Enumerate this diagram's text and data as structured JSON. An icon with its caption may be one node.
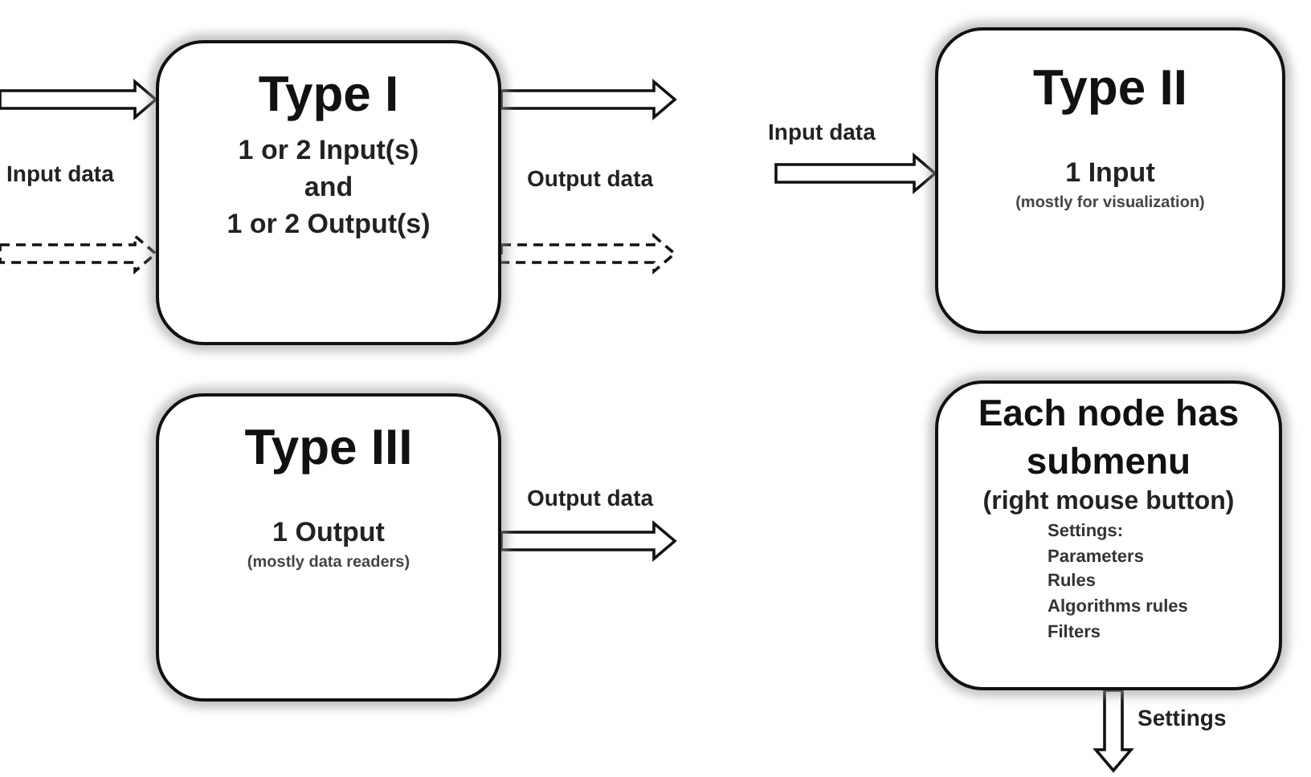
{
  "diagram": {
    "nodes": [
      {
        "text": [
          "Type I",
          "1 or 2 Input(s)",
          "and",
          "1 or 2 Output(s)"
        ]
      },
      {
        "text": [
          "Type II",
          "1 Input",
          "(mostly for visualization)"
        ]
      },
      {
        "text": [
          "Type III",
          "1 Output",
          "(mostly data readers)"
        ]
      },
      {
        "text": [
          "Each node has submenu",
          "(right mouse button)",
          "Settings:",
          "Parameters",
          "Rules",
          "Algorithms rules",
          "Filters"
        ]
      }
    ],
    "edges": [
      {
        "from": null,
        "to": 0,
        "arrow": "to",
        "label": "Input data"
      },
      {
        "from": null,
        "to": 0,
        "arrow": "to",
        "style": "dashed"
      },
      {
        "from": 0,
        "to": null,
        "arrow": "to",
        "label": "Output data"
      },
      {
        "from": 0,
        "to": null,
        "arrow": "to",
        "style": "dashed"
      },
      {
        "from": null,
        "to": 1,
        "arrow": "to",
        "label": "Input data"
      },
      {
        "from": 2,
        "to": null,
        "arrow": "to",
        "label": "Output data"
      },
      {
        "from": 3,
        "to": null,
        "arrow": "to",
        "label": "Settings"
      }
    ]
  }
}
